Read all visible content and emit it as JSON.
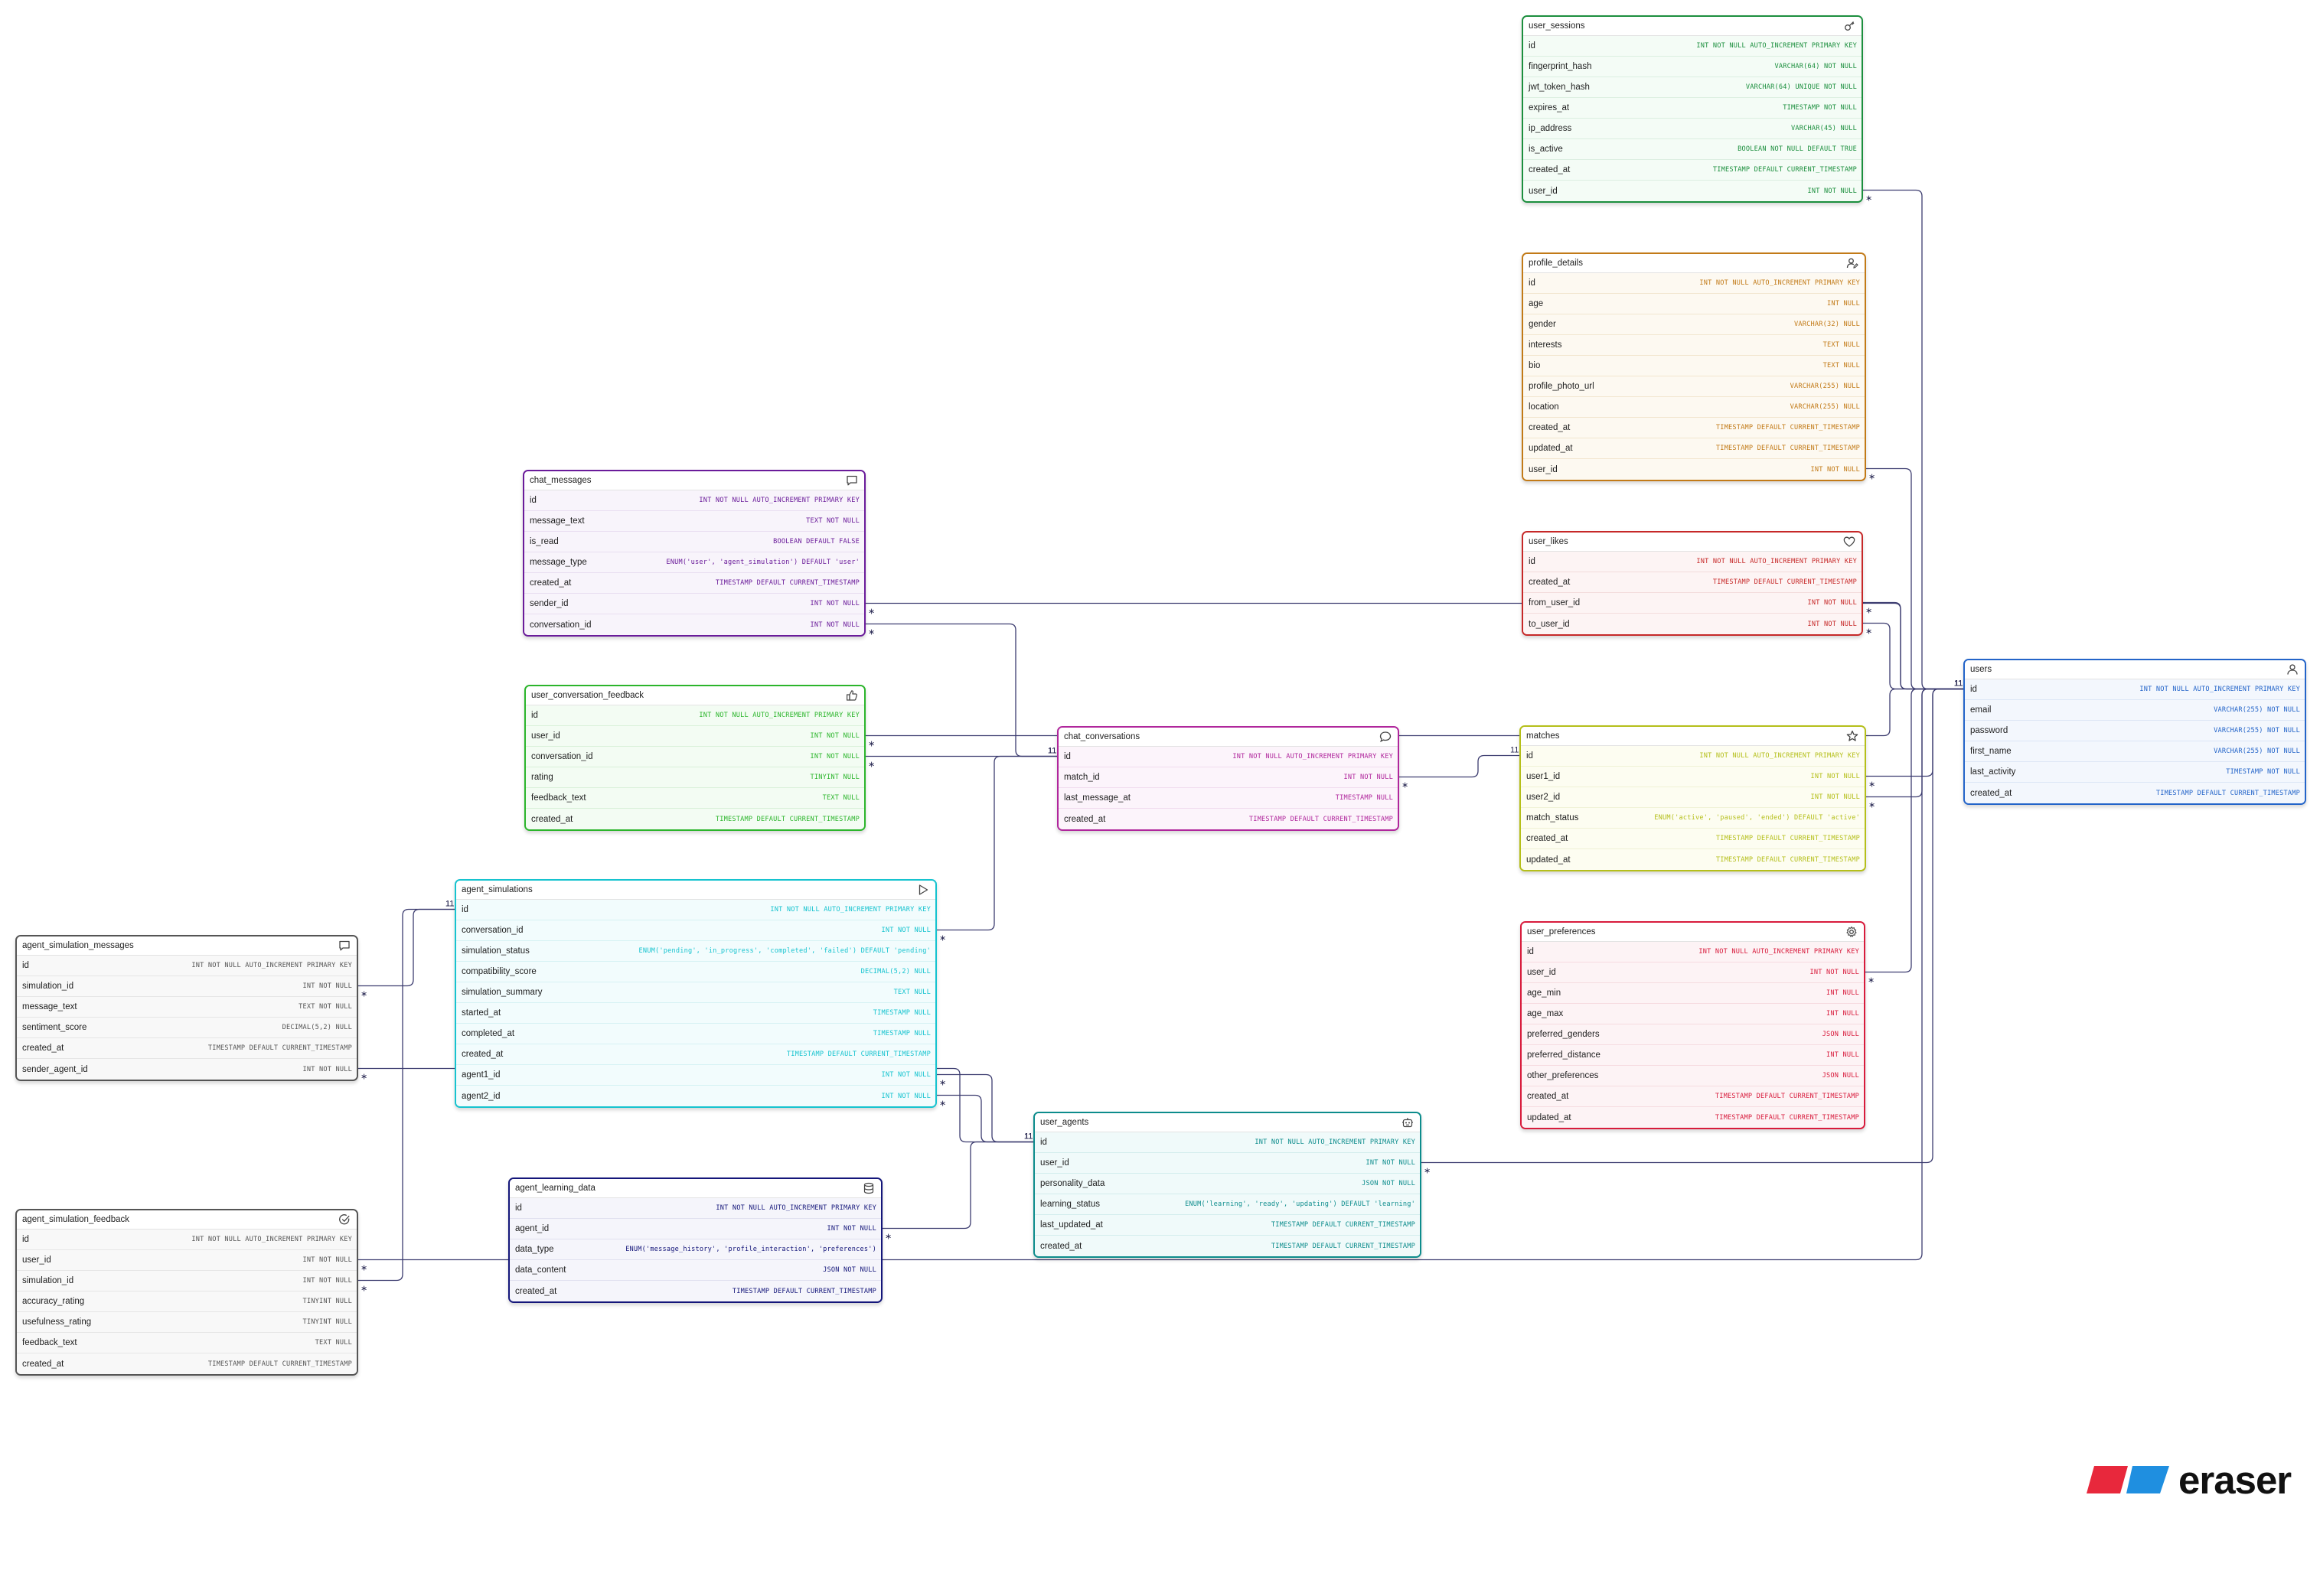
{
  "entities": [
    {
      "id": "user_sessions",
      "title": "user_sessions",
      "icon": "key-icon",
      "color": "#1c8f3e",
      "bg": "#f4fcf6",
      "line": "#dcefe1",
      "fields": [
        {
          "name": "id",
          "type": "INT NOT NULL AUTO_INCREMENT PRIMARY KEY"
        },
        {
          "name": "fingerprint_hash",
          "type": "VARCHAR(64) NOT NULL"
        },
        {
          "name": "jwt_token_hash",
          "type": "VARCHAR(64) UNIQUE NOT NULL"
        },
        {
          "name": "expires_at",
          "type": "TIMESTAMP NOT NULL"
        },
        {
          "name": "ip_address",
          "type": "VARCHAR(45) NULL"
        },
        {
          "name": "is_active",
          "type": "BOOLEAN NOT NULL DEFAULT TRUE"
        },
        {
          "name": "created_at",
          "type": "TIMESTAMP DEFAULT CURRENT_TIMESTAMP"
        },
        {
          "name": "user_id",
          "type": "INT NOT NULL"
        }
      ]
    },
    {
      "id": "profile_details",
      "title": "profile_details",
      "icon": "user-edit-icon",
      "color": "#c27a17",
      "bg": "#fdf9f1",
      "line": "#f2e6cf",
      "fields": [
        {
          "name": "id",
          "type": "INT NOT NULL AUTO_INCREMENT PRIMARY KEY"
        },
        {
          "name": "age",
          "type": "INT NULL"
        },
        {
          "name": "gender",
          "type": "VARCHAR(32) NULL"
        },
        {
          "name": "interests",
          "type": "TEXT NULL"
        },
        {
          "name": "bio",
          "type": "TEXT NULL"
        },
        {
          "name": "profile_photo_url",
          "type": "VARCHAR(255) NULL"
        },
        {
          "name": "location",
          "type": "VARCHAR(255) NULL"
        },
        {
          "name": "created_at",
          "type": "TIMESTAMP DEFAULT CURRENT_TIMESTAMP"
        },
        {
          "name": "updated_at",
          "type": "TIMESTAMP DEFAULT CURRENT_TIMESTAMP"
        },
        {
          "name": "user_id",
          "type": "INT NOT NULL"
        }
      ]
    },
    {
      "id": "user_likes",
      "title": "user_likes",
      "icon": "heart-icon",
      "color": "#c62828",
      "bg": "#fdf4f4",
      "line": "#f3dcdc",
      "fields": [
        {
          "name": "id",
          "type": "INT NOT NULL AUTO_INCREMENT PRIMARY KEY"
        },
        {
          "name": "created_at",
          "type": "TIMESTAMP DEFAULT CURRENT_TIMESTAMP"
        },
        {
          "name": "from_user_id",
          "type": "INT NOT NULL"
        },
        {
          "name": "to_user_id",
          "type": "INT NOT NULL"
        }
      ]
    },
    {
      "id": "users",
      "title": "users",
      "icon": "user-icon",
      "color": "#2364c9",
      "bg": "#f3f7fd",
      "line": "#dde7f6",
      "fields": [
        {
          "name": "id",
          "type": "INT NOT NULL AUTO_INCREMENT PRIMARY KEY"
        },
        {
          "name": "email",
          "type": "VARCHAR(255) NOT NULL"
        },
        {
          "name": "password",
          "type": "VARCHAR(255) NOT NULL"
        },
        {
          "name": "first_name",
          "type": "VARCHAR(255) NOT NULL"
        },
        {
          "name": "last_activity",
          "type": "TIMESTAMP NOT NULL"
        },
        {
          "name": "created_at",
          "type": "TIMESTAMP DEFAULT CURRENT_TIMESTAMP"
        }
      ]
    },
    {
      "id": "matches",
      "title": "matches",
      "icon": "star-icon",
      "color": "#b5bf1a",
      "bg": "#fdfdf1",
      "line": "#f0f2d6",
      "fields": [
        {
          "name": "id",
          "type": "INT NOT NULL AUTO_INCREMENT PRIMARY KEY"
        },
        {
          "name": "user1_id",
          "type": "INT NOT NULL"
        },
        {
          "name": "user2_id",
          "type": "INT NOT NULL"
        },
        {
          "name": "match_status",
          "type": "ENUM('active', 'paused', 'ended') DEFAULT 'active'"
        },
        {
          "name": "created_at",
          "type": "TIMESTAMP DEFAULT CURRENT_TIMESTAMP"
        },
        {
          "name": "updated_at",
          "type": "TIMESTAMP DEFAULT CURRENT_TIMESTAMP"
        }
      ]
    },
    {
      "id": "user_preferences",
      "title": "user_preferences",
      "icon": "gear-icon",
      "color": "#d81b3c",
      "bg": "#fdf3f5",
      "line": "#f6dbe0",
      "fields": [
        {
          "name": "id",
          "type": "INT NOT NULL AUTO_INCREMENT PRIMARY KEY"
        },
        {
          "name": "user_id",
          "type": "INT NOT NULL"
        },
        {
          "name": "age_min",
          "type": "INT NULL"
        },
        {
          "name": "age_max",
          "type": "INT NULL"
        },
        {
          "name": "preferred_genders",
          "type": "JSON NULL"
        },
        {
          "name": "preferred_distance",
          "type": "INT NULL"
        },
        {
          "name": "other_preferences",
          "type": "JSON NULL"
        },
        {
          "name": "created_at",
          "type": "TIMESTAMP DEFAULT CURRENT_TIMESTAMP"
        },
        {
          "name": "updated_at",
          "type": "TIMESTAMP DEFAULT CURRENT_TIMESTAMP"
        }
      ]
    },
    {
      "id": "chat_messages",
      "title": "chat_messages",
      "icon": "message-icon",
      "color": "#6a1b9a",
      "bg": "#f8f4fb",
      "line": "#e9def1",
      "fields": [
        {
          "name": "id",
          "type": "INT NOT NULL AUTO_INCREMENT PRIMARY KEY"
        },
        {
          "name": "message_text",
          "type": "TEXT NOT NULL"
        },
        {
          "name": "is_read",
          "type": "BOOLEAN DEFAULT FALSE"
        },
        {
          "name": "message_type",
          "type": "ENUM('user', 'agent_simulation') DEFAULT 'user'"
        },
        {
          "name": "created_at",
          "type": "TIMESTAMP DEFAULT CURRENT_TIMESTAMP"
        },
        {
          "name": "sender_id",
          "type": "INT NOT NULL"
        },
        {
          "name": "conversation_id",
          "type": "INT NOT NULL"
        }
      ]
    },
    {
      "id": "user_conversation_feedback",
      "title": "user_conversation_feedback",
      "icon": "thumbs-up-icon",
      "color": "#2bb52b",
      "bg": "#f3fcf3",
      "line": "#d9f1d9",
      "fields": [
        {
          "name": "id",
          "type": "INT NOT NULL AUTO_INCREMENT PRIMARY KEY"
        },
        {
          "name": "user_id",
          "type": "INT NOT NULL"
        },
        {
          "name": "conversation_id",
          "type": "INT NOT NULL"
        },
        {
          "name": "rating",
          "type": "TINYINT NULL"
        },
        {
          "name": "feedback_text",
          "type": "TEXT NULL"
        },
        {
          "name": "created_at",
          "type": "TIMESTAMP DEFAULT CURRENT_TIMESTAMP"
        }
      ]
    },
    {
      "id": "chat_conversations",
      "title": "chat_conversations",
      "icon": "chat-bubble-icon",
      "color": "#b0269c",
      "bg": "#fcf4fb",
      "line": "#f1dcee",
      "fields": [
        {
          "name": "id",
          "type": "INT NOT NULL AUTO_INCREMENT PRIMARY KEY"
        },
        {
          "name": "match_id",
          "type": "INT NOT NULL"
        },
        {
          "name": "last_message_at",
          "type": "TIMESTAMP NULL"
        },
        {
          "name": "created_at",
          "type": "TIMESTAMP DEFAULT CURRENT_TIMESTAMP"
        }
      ]
    },
    {
      "id": "agent_simulations",
      "title": "agent_simulations",
      "icon": "play-icon",
      "color": "#16c3cf",
      "bg": "#f2fcfd",
      "line": "#d6f2f4",
      "fields": [
        {
          "name": "id",
          "type": "INT NOT NULL AUTO_INCREMENT PRIMARY KEY"
        },
        {
          "name": "conversation_id",
          "type": "INT NOT NULL"
        },
        {
          "name": "simulation_status",
          "type": "ENUM('pending', 'in_progress', 'completed', 'failed') DEFAULT 'pending'"
        },
        {
          "name": "compatibility_score",
          "type": "DECIMAL(5,2) NULL"
        },
        {
          "name": "simulation_summary",
          "type": "TEXT NULL"
        },
        {
          "name": "started_at",
          "type": "TIMESTAMP NULL"
        },
        {
          "name": "completed_at",
          "type": "TIMESTAMP NULL"
        },
        {
          "name": "created_at",
          "type": "TIMESTAMP DEFAULT CURRENT_TIMESTAMP"
        },
        {
          "name": "agent1_id",
          "type": "INT NOT NULL"
        },
        {
          "name": "agent2_id",
          "type": "INT NOT NULL"
        }
      ]
    },
    {
      "id": "agent_simulation_messages",
      "title": "agent_simulation_messages",
      "icon": "message-icon",
      "color": "#555555",
      "bg": "#f8f8f8",
      "line": "#e6e6e6",
      "fields": [
        {
          "name": "id",
          "type": "INT NOT NULL AUTO_INCREMENT PRIMARY KEY"
        },
        {
          "name": "simulation_id",
          "type": "INT NOT NULL"
        },
        {
          "name": "message_text",
          "type": "TEXT NOT NULL"
        },
        {
          "name": "sentiment_score",
          "type": "DECIMAL(5,2) NULL"
        },
        {
          "name": "created_at",
          "type": "TIMESTAMP DEFAULT CURRENT_TIMESTAMP"
        },
        {
          "name": "sender_agent_id",
          "type": "INT NOT NULL"
        }
      ]
    },
    {
      "id": "user_agents",
      "title": "user_agents",
      "icon": "robot-icon",
      "color": "#0c8c8c",
      "bg": "#f0fafa",
      "line": "#d3eded",
      "fields": [
        {
          "name": "id",
          "type": "INT NOT NULL AUTO_INCREMENT PRIMARY KEY"
        },
        {
          "name": "user_id",
          "type": "INT NOT NULL"
        },
        {
          "name": "personality_data",
          "type": "JSON NOT NULL"
        },
        {
          "name": "learning_status",
          "type": "ENUM('learning', 'ready', 'updating') DEFAULT 'learning'"
        },
        {
          "name": "last_updated_at",
          "type": "TIMESTAMP DEFAULT CURRENT_TIMESTAMP"
        },
        {
          "name": "created_at",
          "type": "TIMESTAMP DEFAULT CURRENT_TIMESTAMP"
        }
      ]
    },
    {
      "id": "agent_learning_data",
      "title": "agent_learning_data",
      "icon": "database-icon",
      "color": "#14167a",
      "bg": "#f5f5fb",
      "line": "#e0e0ef",
      "fields": [
        {
          "name": "id",
          "type": "INT NOT NULL AUTO_INCREMENT PRIMARY KEY"
        },
        {
          "name": "agent_id",
          "type": "INT NOT NULL"
        },
        {
          "name": "data_type",
          "type": "ENUM('message_history', 'profile_interaction', 'preferences')"
        },
        {
          "name": "data_content",
          "type": "JSON NOT NULL"
        },
        {
          "name": "created_at",
          "type": "TIMESTAMP DEFAULT CURRENT_TIMESTAMP"
        }
      ]
    },
    {
      "id": "agent_simulation_feedback",
      "title": "agent_simulation_feedback",
      "icon": "check-circle-icon",
      "color": "#555555",
      "bg": "#f8f8f8",
      "line": "#e6e6e6",
      "fields": [
        {
          "name": "id",
          "type": "INT NOT NULL AUTO_INCREMENT PRIMARY KEY"
        },
        {
          "name": "user_id",
          "type": "INT NOT NULL"
        },
        {
          "name": "simulation_id",
          "type": "INT NOT NULL"
        },
        {
          "name": "accuracy_rating",
          "type": "TINYINT NULL"
        },
        {
          "name": "usefulness_rating",
          "type": "TINYINT NULL"
        },
        {
          "name": "feedback_text",
          "type": "TEXT NULL"
        },
        {
          "name": "created_at",
          "type": "TIMESTAMP DEFAULT CURRENT_TIMESTAMP"
        }
      ]
    }
  ],
  "relations": [
    {
      "from": "user_sessions.user_id",
      "to": "users.id"
    },
    {
      "from": "profile_details.user_id",
      "to": "users.id"
    },
    {
      "from": "user_likes.from_user_id",
      "to": "users.id"
    },
    {
      "from": "user_likes.to_user_id",
      "to": "users.id"
    },
    {
      "from": "matches.user1_id",
      "to": "users.id"
    },
    {
      "from": "matches.user2_id",
      "to": "users.id"
    },
    {
      "from": "user_preferences.user_id",
      "to": "users.id"
    },
    {
      "from": "chat_messages.sender_id",
      "to": "users.id"
    },
    {
      "from": "user_conversation_feedback.user_id",
      "to": "users.id"
    },
    {
      "from": "user_agents.user_id",
      "to": "users.id"
    },
    {
      "from": "agent_simulation_feedback.user_id",
      "to": "users.id"
    },
    {
      "from": "chat_messages.conversation_id",
      "to": "chat_conversations.id"
    },
    {
      "from": "user_conversation_feedback.conversation_id",
      "to": "chat_conversations.id"
    },
    {
      "from": "agent_simulations.conversation_id",
      "to": "chat_conversations.id"
    },
    {
      "from": "chat_conversations.match_id",
      "to": "matches.id"
    },
    {
      "from": "agent_simulation_messages.simulation_id",
      "to": "agent_simulations.id"
    },
    {
      "from": "agent_simulation_feedback.simulation_id",
      "to": "agent_simulations.id"
    },
    {
      "from": "agent_simulations.agent1_id",
      "to": "user_agents.id"
    },
    {
      "from": "agent_simulations.agent2_id",
      "to": "user_agents.id"
    },
    {
      "from": "agent_learning_data.agent_id",
      "to": "user_agents.id"
    },
    {
      "from": "agent_simulation_messages.sender_agent_id",
      "to": "user_agents.id"
    }
  ],
  "logo": {
    "text": "eraser",
    "colors": [
      "#e8283c",
      "#1f8fe0"
    ]
  },
  "cardinality": {
    "one": "1",
    "many": "∗"
  }
}
